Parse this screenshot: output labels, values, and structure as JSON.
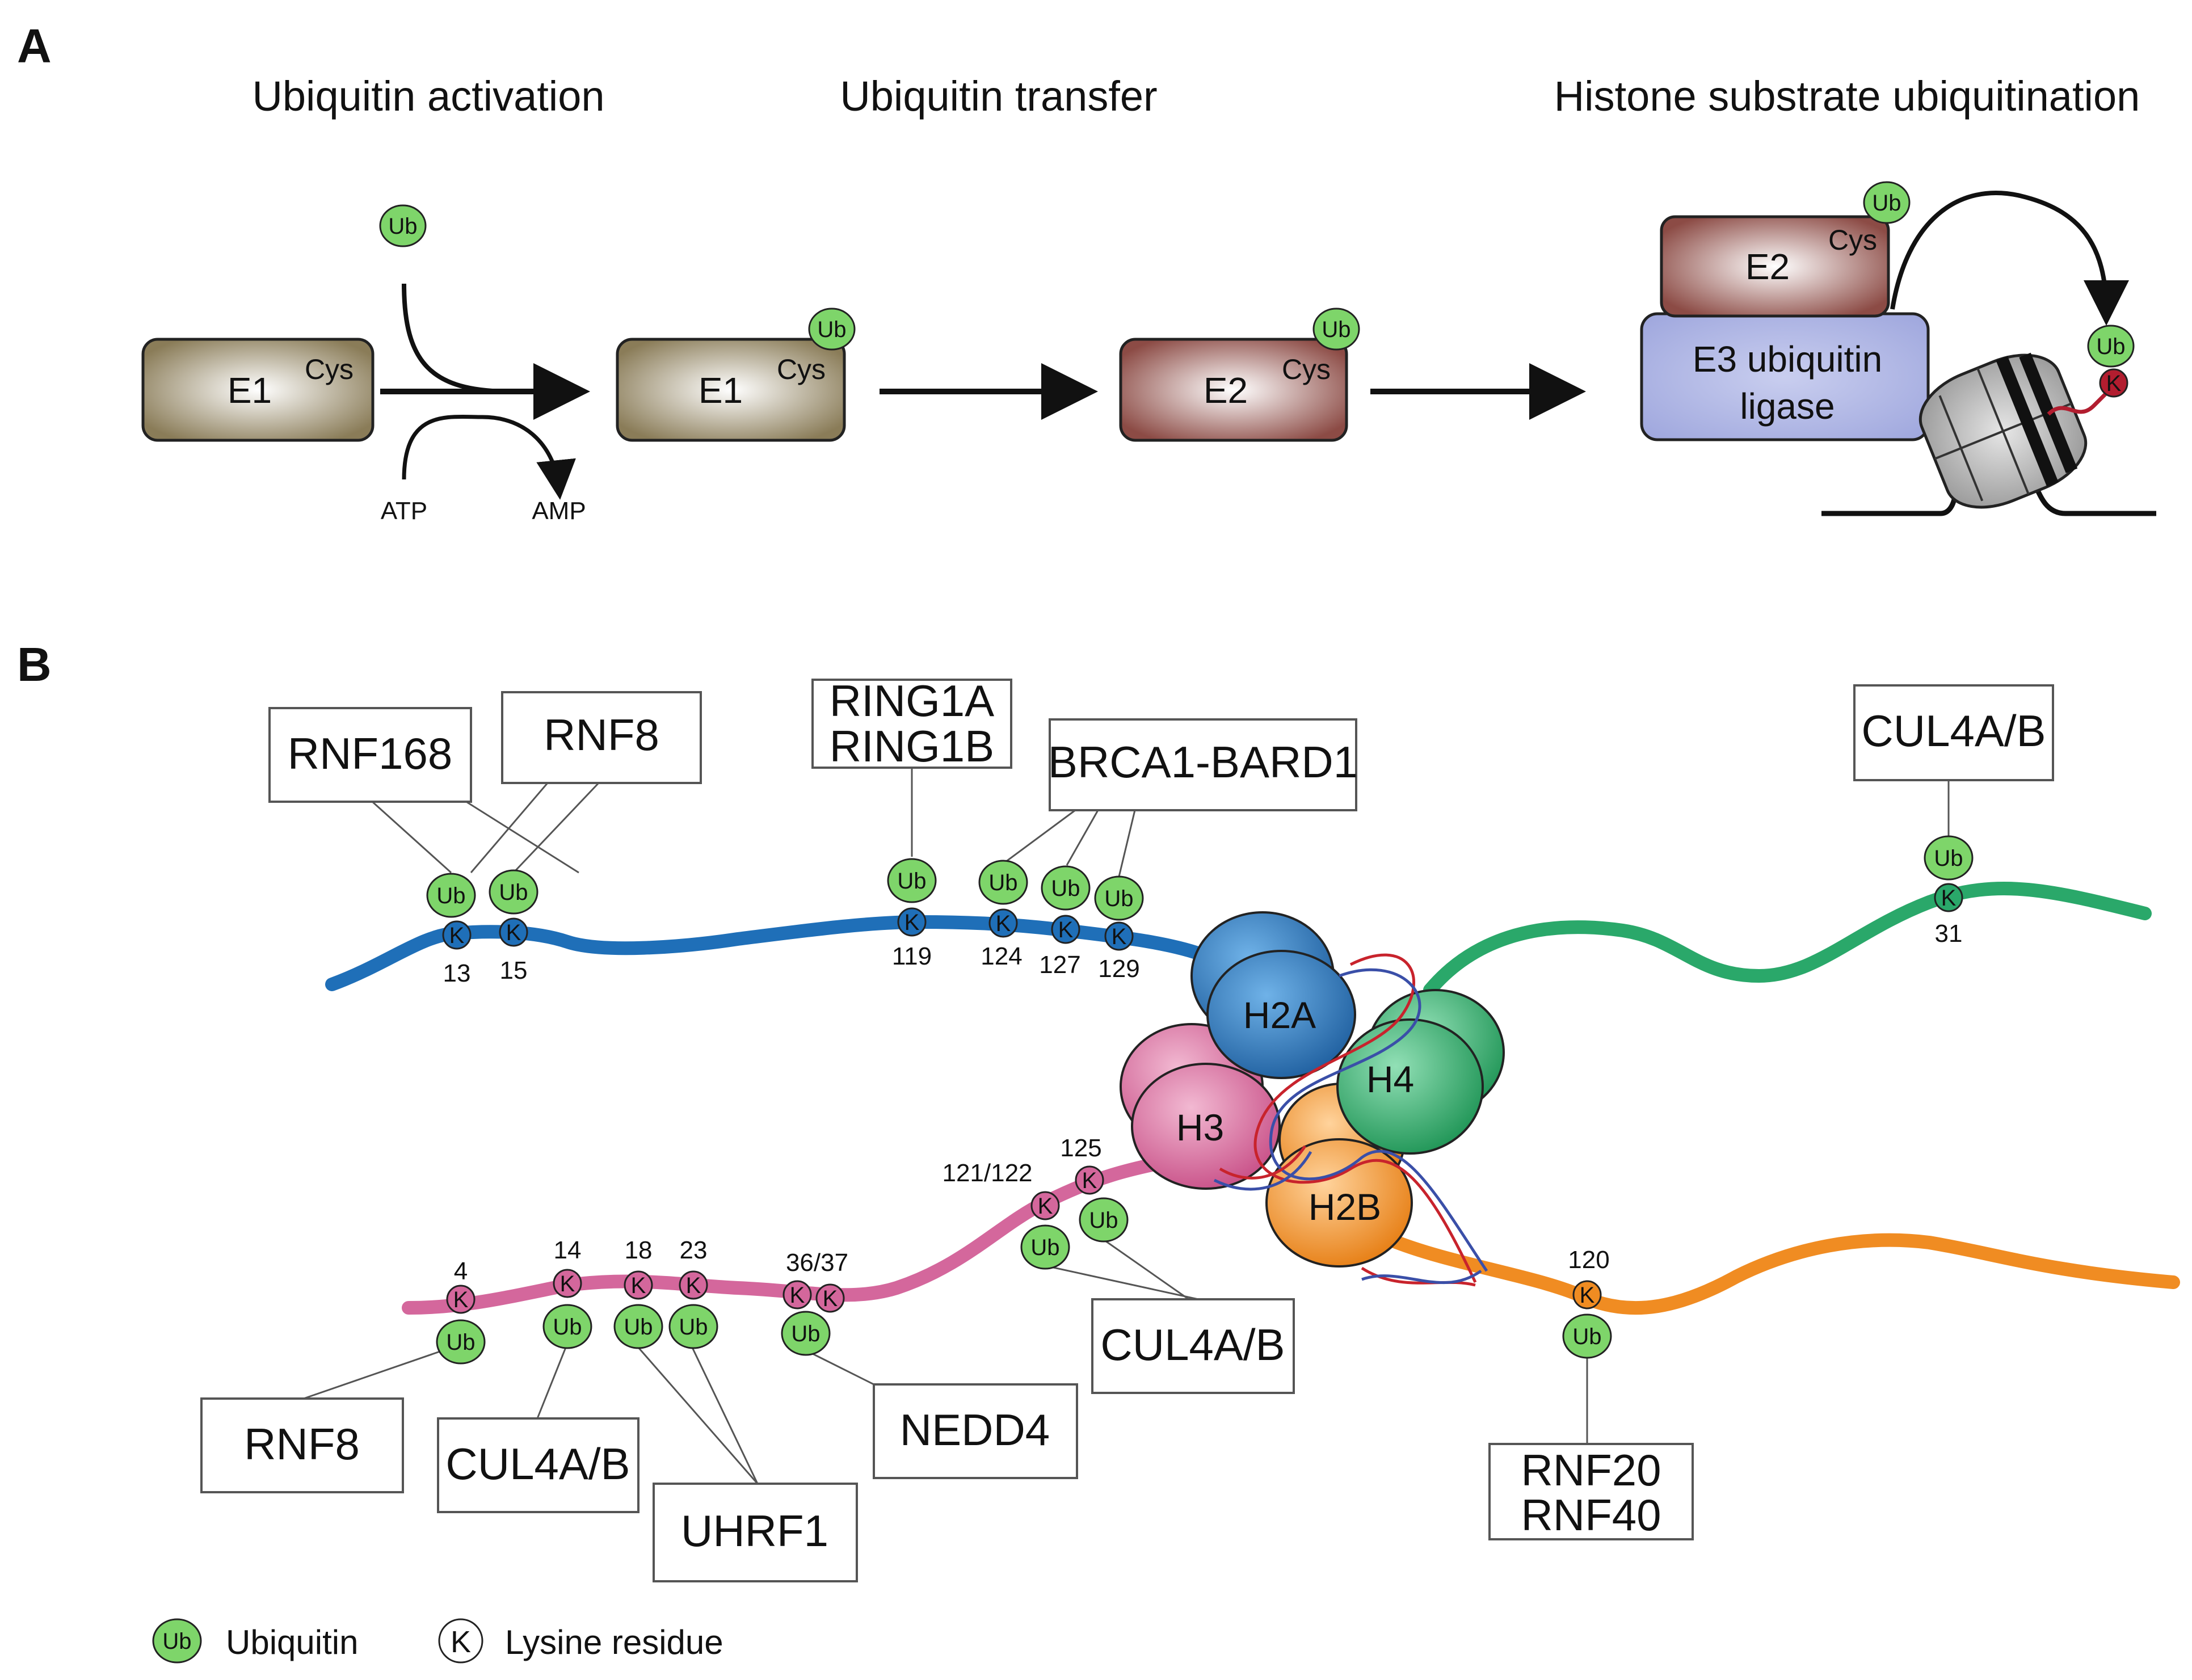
{
  "panel_a": {
    "letter": "A",
    "titles": [
      "Ubiquitin activation",
      "Ubiquitin transfer",
      "Histone substrate ubiquitination"
    ],
    "e1_label": "E1",
    "e2_label": "E2",
    "cys_label": "Cys",
    "ub_label": "Ub",
    "atp_label": "ATP",
    "amp_label": "AMP",
    "e3_label_line1": "E3 ubiquitin",
    "e3_label_line2": "ligase",
    "k_label": "K"
  },
  "panel_b": {
    "letter": "B",
    "histones": [
      "H2A",
      "H3",
      "H4",
      "H2B"
    ],
    "h2a_sites": [
      "13",
      "15",
      "119",
      "124",
      "127",
      "129"
    ],
    "h4_sites": [
      "31"
    ],
    "h3_sites": [
      "4",
      "14",
      "18",
      "23",
      "36/37",
      "121/122",
      "125"
    ],
    "h2b_sites": [
      "120"
    ],
    "ligases": {
      "rnf168": "RNF168",
      "rnf8_top": "RNF8",
      "ring1": [
        "RING1A",
        "RING1B"
      ],
      "brca1": "BRCA1-BARD1",
      "cul4_h4": "CUL4A/B",
      "rnf8_bottom": "RNF8",
      "cul4_h3_n": "CUL4A/B",
      "uhrf1": "UHRF1",
      "nedd4": "NEDD4",
      "cul4_h3_c": "CUL4A/B",
      "rnf20_40": [
        "RNF20",
        "RNF40"
      ]
    }
  },
  "legend": {
    "ub_symbol": "Ub",
    "ub_text": "Ubiquitin",
    "k_symbol": "K",
    "k_text": "Lysine residue"
  },
  "colors": {
    "h2a": "#1f6fb8",
    "h3": "#d4679c",
    "h4": "#2aa86a",
    "h2b": "#f08c22",
    "ubiquitin": "#7ed56a",
    "e1": "#8a7c58",
    "e2": "#8c4b45",
    "e3": "#9ea6dd"
  }
}
